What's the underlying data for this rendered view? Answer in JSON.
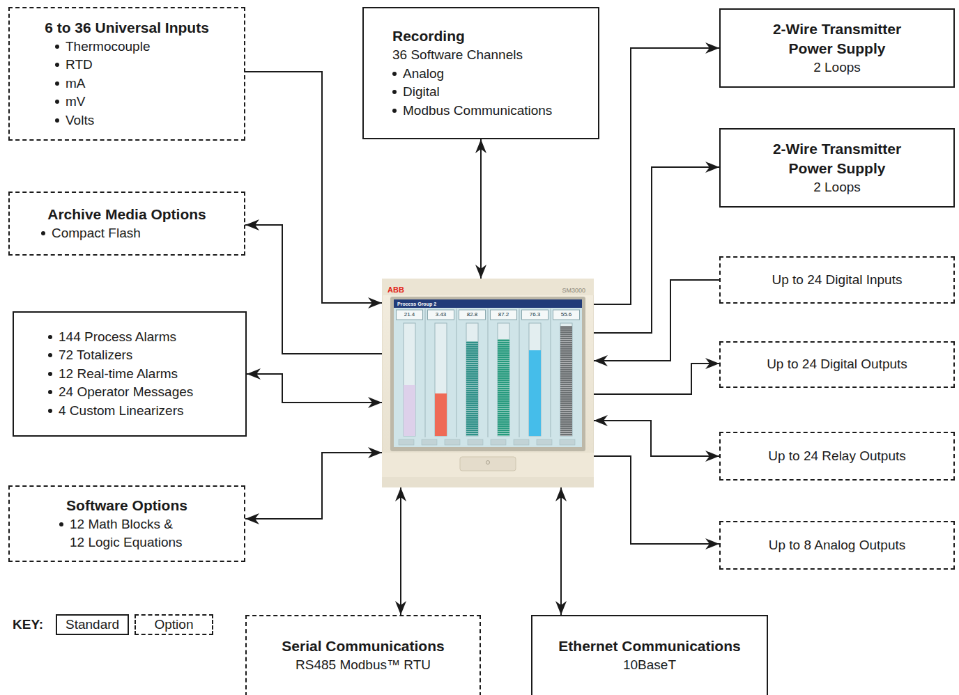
{
  "diagram": {
    "nodes": [
      {
        "text": [
          "6 to 36 Universal Inputs",
          "Thermocouple",
          "RTD",
          "mA",
          "mV",
          "Volts"
        ]
      },
      {
        "text": [
          "Recording",
          "36 Software Channels",
          "Analog",
          "Digital",
          "Modbus Communications"
        ]
      },
      {
        "text": [
          "2-Wire Transmitter Power Supply",
          "2 Loops"
        ]
      },
      {
        "text": [
          "2-Wire Transmitter Power Supply",
          "2 Loops"
        ]
      },
      {
        "text": [
          "Archive Media Options",
          "Compact Flash"
        ]
      },
      {
        "text": [
          "Up to 24 Digital Inputs"
        ]
      },
      {
        "text": [
          "ABB",
          "SM3000"
        ]
      },
      {
        "text": [
          "144 Process Alarms",
          "72 Totalizers",
          "12 Real-time Alarms",
          "24 Operator Messages",
          "4 Custom Linearizers"
        ]
      },
      {
        "text": [
          "Up to 24 Digital Outputs"
        ]
      },
      {
        "text": [
          "Up to 24 Relay Outputs"
        ]
      },
      {
        "text": [
          "Software Options",
          "12 Math Blocks & 12 Logic Equations"
        ]
      },
      {
        "text": [
          "Up to 8 Analog Outputs"
        ]
      },
      {
        "text": [
          "Serial Communications",
          "RS485 Modbus™ RTU"
        ]
      },
      {
        "text": [
          "Ethernet Communications",
          "10BaseT"
        ]
      }
    ],
    "edges": [
      {
        "from": 0,
        "to": 6,
        "arrow": "to"
      },
      {
        "from": 1,
        "to": 6,
        "arrow": "both"
      },
      {
        "from": 6,
        "to": 2,
        "arrow": "to"
      },
      {
        "from": 6,
        "to": 3,
        "arrow": "to"
      },
      {
        "from": 6,
        "to": 4,
        "arrow": "to"
      },
      {
        "from": 5,
        "to": 6,
        "arrow": "to"
      },
      {
        "from": 7,
        "to": 6,
        "arrow": "both"
      },
      {
        "from": 6,
        "to": 8,
        "arrow": "to"
      },
      {
        "from": 6,
        "to": 9,
        "arrow": "both"
      },
      {
        "from": 6,
        "to": 10,
        "arrow": "both"
      },
      {
        "from": 6,
        "to": 11,
        "arrow": "to"
      },
      {
        "from": 6,
        "to": 12,
        "arrow": "both"
      },
      {
        "from": 6,
        "to": 13,
        "arrow": "both"
      }
    ],
    "labels": [
      "KEY:",
      "Process Group 2",
      "21.4",
      "3.43",
      "82.8",
      "87.2",
      "76.3",
      "55.6"
    ],
    "legend": [
      {
        "text": "Standard"
      },
      {
        "text": "Option"
      }
    ]
  }
}
